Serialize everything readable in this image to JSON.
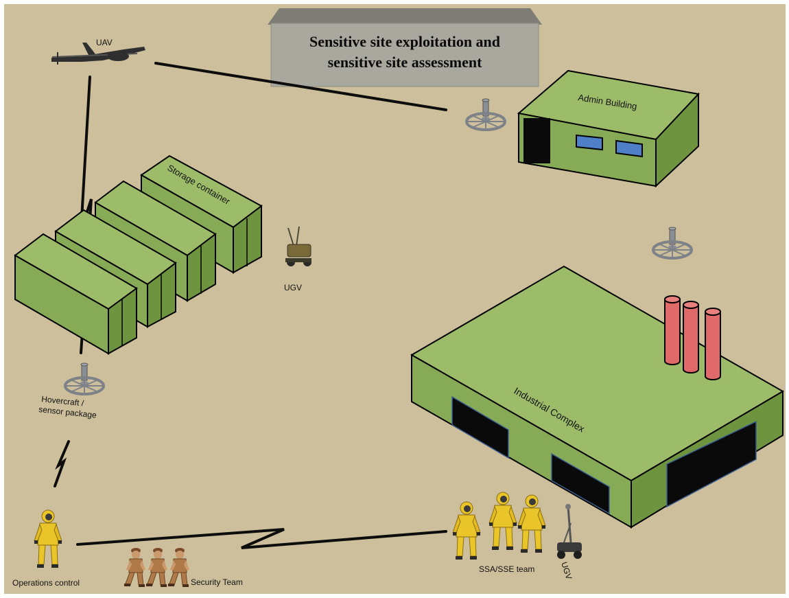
{
  "title": {
    "line1": "Sensitive site exploitation and",
    "line2": "sensitive site assessment"
  },
  "labels": {
    "uav": "UAV",
    "admin_building": "Admin Building",
    "storage_container": "Storage container",
    "ugv_top": "UGV",
    "hovercraft_line1": "Hovercraft /",
    "hovercraft_line2": "sensor package",
    "industrial_complex": "Industrial Complex",
    "operations_control": "Operations control",
    "security_team": "Security Team",
    "ssa_team": "SSA/SSE team",
    "ugv_bottom": "UGV"
  },
  "icons": {
    "uav": "uav-aircraft-icon",
    "sensor": "hovercraft-sensor-icon",
    "ugv": "ugv-robot-icon",
    "hazmat": "hazmat-person-icon",
    "soldier": "soldier-icon"
  },
  "colors": {
    "background": "#cdbf9b",
    "building_top": "#9cbc6a",
    "building_front": "#86aa55",
    "building_side": "#6e9440",
    "chimney": "#e06a6a",
    "window": "#4f7fc6",
    "title_box": "#a9a89e",
    "hazmat": "#e9c52a"
  }
}
